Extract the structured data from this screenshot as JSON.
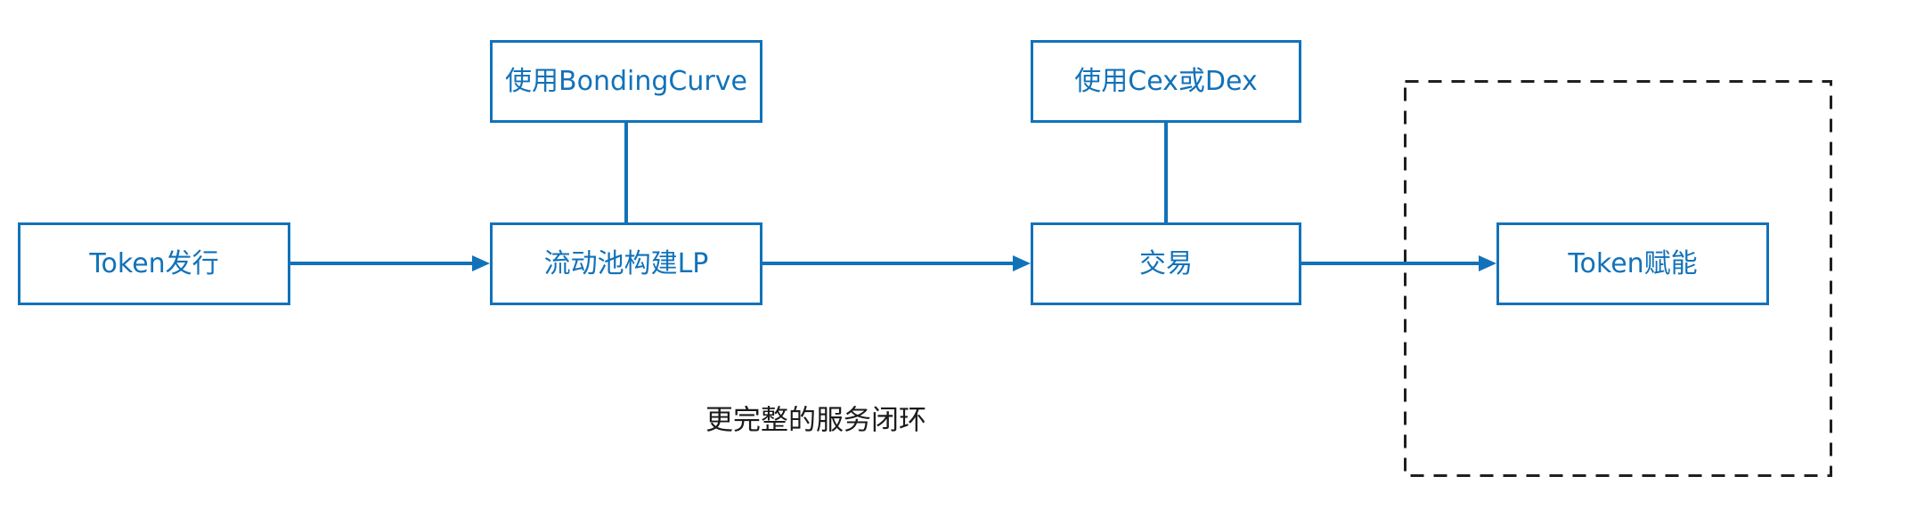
{
  "diagram": {
    "caption": "更完整的服务闭环",
    "nodes": [
      {
        "id": "token-issuance",
        "label": "Token发行"
      },
      {
        "id": "bonding-curve",
        "label": "使用BondingCurve"
      },
      {
        "id": "liquidity-pool-lp",
        "label": "流动池构建LP"
      },
      {
        "id": "cex-or-dex",
        "label": "使用Cex或Dex"
      },
      {
        "id": "trading",
        "label": "交易"
      },
      {
        "id": "token-empowerment",
        "label": "Token赋能"
      }
    ],
    "edges": [
      {
        "from": "Token发行",
        "to": "流动池构建LP",
        "style": "arrow"
      },
      {
        "from": "使用BondingCurve",
        "to": "流动池构建LP",
        "style": "line"
      },
      {
        "from": "流动池构建LP",
        "to": "交易",
        "style": "arrow"
      },
      {
        "from": "使用Cex或Dex",
        "to": "交易",
        "style": "line"
      },
      {
        "from": "交易",
        "to": "Token赋能",
        "style": "arrow"
      }
    ],
    "colors": {
      "accent": "#1272B9",
      "dashed_border": "#1F1F1F",
      "caption_text": "#1A1A1A",
      "background": "#FFFFFF"
    }
  }
}
